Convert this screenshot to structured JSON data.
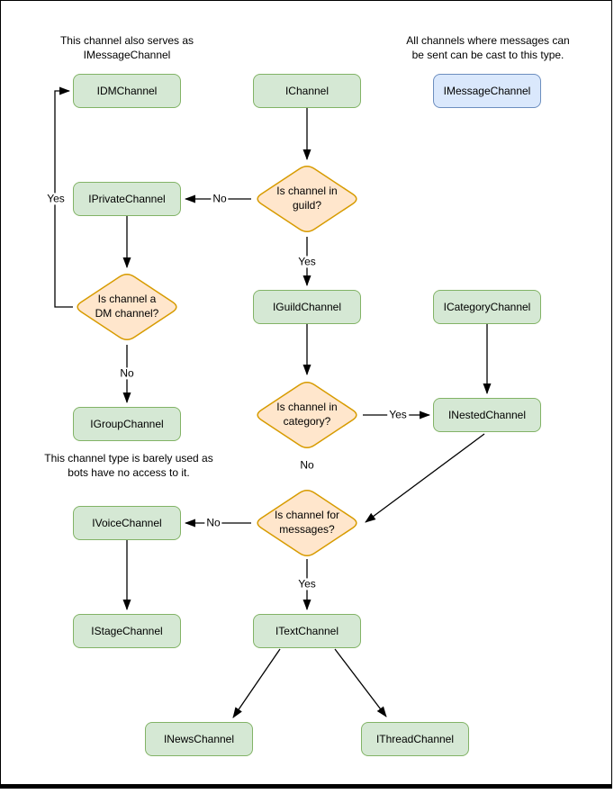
{
  "nodes": {
    "idm": {
      "label": "IDMChannel"
    },
    "ichannel": {
      "label": "IChannel"
    },
    "imessage": {
      "label": "IMessageChannel"
    },
    "iprivate": {
      "label": "IPrivateChannel"
    },
    "iguild": {
      "label": "IGuildChannel"
    },
    "icategory": {
      "label": "ICategoryChannel"
    },
    "igroup": {
      "label": "IGroupChannel"
    },
    "inested": {
      "label": "INestedChannel"
    },
    "ivoice": {
      "label": "IVoiceChannel"
    },
    "itext": {
      "label": "ITextChannel"
    },
    "istage": {
      "label": "IStageChannel"
    },
    "inews": {
      "label": "INewsChannel"
    },
    "ithread": {
      "label": "IThreadChannel"
    }
  },
  "decisions": {
    "in_guild": {
      "question": "Is channel in\nguild?"
    },
    "is_dm": {
      "question": "Is channel a\nDM channel?"
    },
    "in_category": {
      "question": "Is channel in\ncategory?"
    },
    "for_messages": {
      "question": "Is channel for\nmessages?"
    }
  },
  "edge_labels": {
    "guild_no": "No",
    "guild_yes": "Yes",
    "dm_yes": "Yes",
    "dm_no": "No",
    "category_yes": "Yes",
    "category_no": "No",
    "messages_no": "No",
    "messages_yes": "Yes"
  },
  "notes": {
    "dm_note": "This channel also serves as\nIMessageChannel",
    "message_note": "All channels where messages can\nbe sent can be cast to this type.",
    "group_note": "This channel type is barely used as\nbots have no access to it."
  },
  "colors": {
    "node_fill": "#d5e8d4",
    "node_stroke": "#82b366",
    "highlight_fill": "#dae8fc",
    "highlight_stroke": "#6c8ebf",
    "decision_fill": "#ffe6cc",
    "decision_stroke": "#d79b00",
    "edge": "#000000"
  }
}
